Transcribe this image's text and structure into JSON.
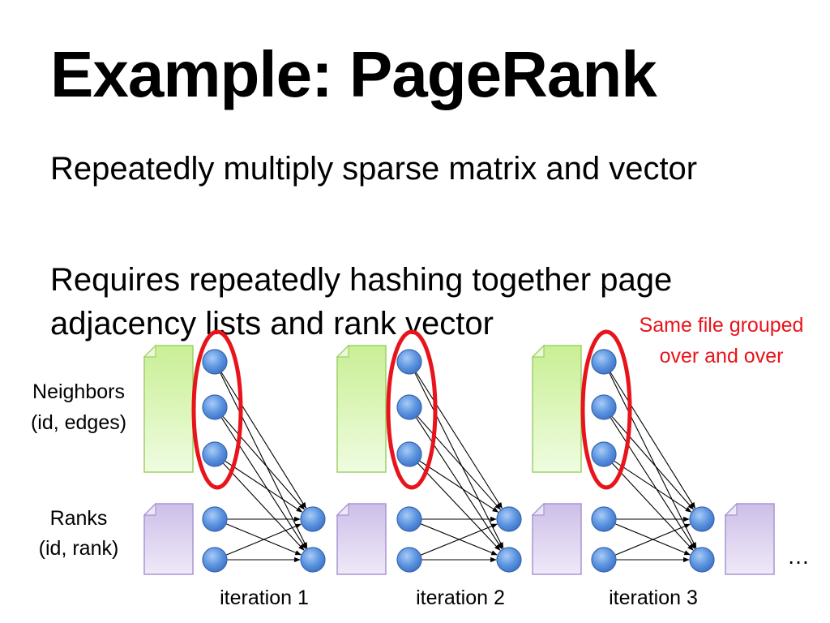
{
  "title": "Example: PageRank",
  "bullets": [
    "Repeatedly multiply sparse matrix and vector",
    "Requires repeatedly hashing together page adjacency lists and rank vector"
  ],
  "diagram": {
    "neighbors_label": [
      "Neighbors",
      "(id, edges)"
    ],
    "ranks_label": [
      "Ranks",
      "(id, rank)"
    ],
    "iterations": [
      "iteration 1",
      "iteration 2",
      "iteration 3"
    ],
    "annotation": [
      "Same file grouped",
      "over and over"
    ],
    "ellipsis": "…",
    "colors": {
      "neighbors_file": "#d6f5b0",
      "ranks_file": "#ddd2f0",
      "node": "#4f86d9",
      "highlight": "#e8141b",
      "annotation_text": "#e8141b"
    }
  }
}
